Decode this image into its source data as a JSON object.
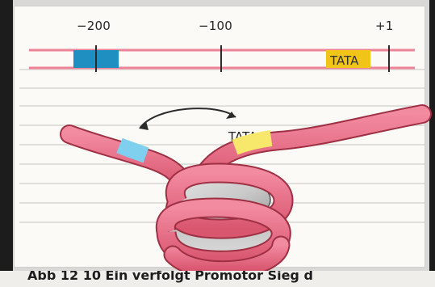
{
  "diagram": {
    "tick_labels": {
      "minus_200": "−200",
      "minus_100": "−100",
      "plus_1": "+1"
    },
    "tata_box_label": "TATA",
    "looped_tata_label": "TATA",
    "caption_fragment": "Abb 12 10 Ein    verfolgt    Promotor    Sieg   d"
  },
  "colors": {
    "dna_pink": "#e7667d",
    "upstream_element": "#1f8fc1",
    "tata_box": "#f1c418",
    "nucleosome_gray": "#cfcfcf"
  }
}
